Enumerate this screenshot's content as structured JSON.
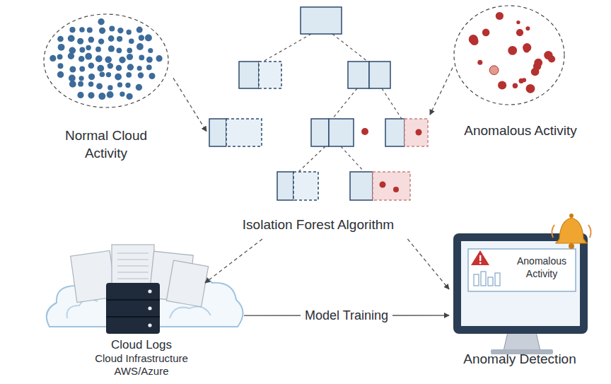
{
  "diagram": {
    "nodes": [
      {
        "text": [
          "Normal Cloud Activity"
        ]
      },
      {
        "text": [
          "Isolation Forest Algorithm"
        ]
      },
      {
        "text": [
          "Anomalous Activity"
        ]
      },
      {
        "text": [
          "Cloud Logs",
          "Cloud Infrastructure AWS/Azure"
        ]
      },
      {
        "text": [
          "Anomalous Activity",
          "Anomaly Detection"
        ]
      }
    ],
    "edges": [
      {
        "from": 0,
        "to": 1,
        "arrow": "to"
      },
      {
        "from": 2,
        "to": 1,
        "arrow": "to"
      },
      {
        "from": 1,
        "to": 3,
        "arrow": "to"
      },
      {
        "from": 1,
        "to": 4,
        "arrow": "to"
      },
      {
        "from": 3,
        "to": 4,
        "label": "Model Training",
        "arrow": "to"
      }
    ]
  }
}
